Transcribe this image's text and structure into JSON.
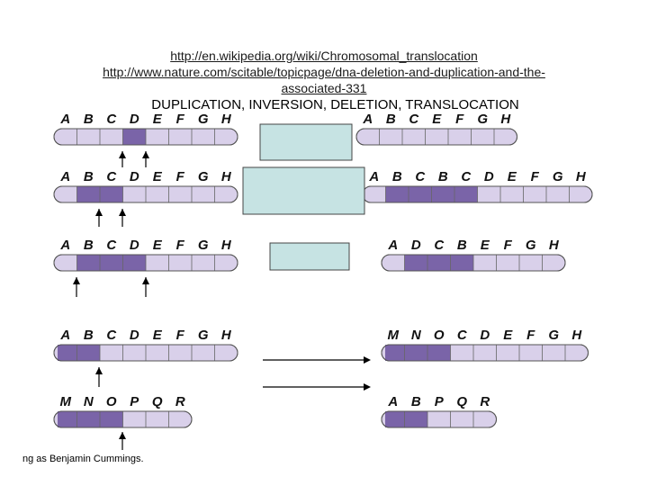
{
  "links": [
    "http://en.wikipedia.org/wiki/Chromosomal_translocation",
    "http://www.nature.com/scitable/topicpage/dna-deletion-and-duplication-and-the-",
    "associated-331"
  ],
  "title": "DUPLICATION, INVERSION, DELETION, TRANSLOCATION",
  "credit": "ng as Benjamin Cummings.",
  "colors": {
    "light": "#d9d0ea",
    "dark": "#7a64a8",
    "box": "#c6e3e3"
  },
  "rows": [
    {
      "left": [
        "A",
        "B",
        "C",
        "D",
        "E",
        "F",
        "G",
        "H"
      ],
      "leftDark": [
        3
      ],
      "right": [
        "A",
        "B",
        "C",
        "E",
        "F",
        "G",
        "H"
      ],
      "rightDark": []
    },
    {
      "left": [
        "A",
        "B",
        "C",
        "D",
        "E",
        "F",
        "G",
        "H"
      ],
      "leftDark": [
        1,
        2
      ],
      "right": [
        "A",
        "B",
        "C",
        "B",
        "C",
        "D",
        "E",
        "F",
        "G",
        "H"
      ],
      "rightDark": [
        1,
        2,
        3,
        4
      ]
    },
    {
      "left": [
        "A",
        "B",
        "C",
        "D",
        "E",
        "F",
        "G",
        "H"
      ],
      "leftDark": [
        1,
        2,
        3
      ],
      "right": [
        "A",
        "D",
        "C",
        "B",
        "E",
        "F",
        "G",
        "H"
      ],
      "rightDark": [
        1,
        2,
        3
      ]
    },
    {
      "left": [
        "A",
        "B",
        "C",
        "D",
        "E",
        "F",
        "G",
        "H"
      ],
      "leftDark": [
        0,
        1
      ],
      "right": [
        "M",
        "N",
        "O",
        "C",
        "D",
        "E",
        "F",
        "G",
        "H"
      ],
      "rightDark": [
        0,
        1,
        2
      ]
    },
    {
      "left": [
        "M",
        "N",
        "O",
        "P",
        "Q",
        "R"
      ],
      "leftDark": [
        0,
        1,
        2
      ],
      "right": [
        "A",
        "B",
        "P",
        "Q",
        "R"
      ],
      "rightDark": [
        0,
        1
      ]
    }
  ]
}
